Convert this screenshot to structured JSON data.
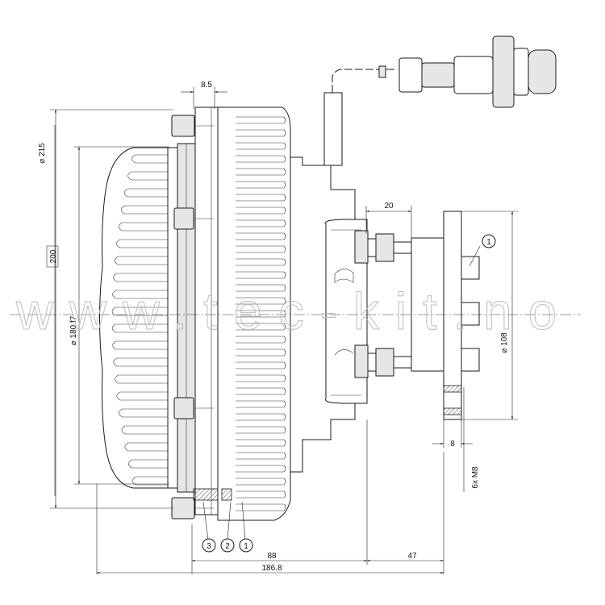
{
  "watermark": "www.tec-kit.no",
  "dimensions": {
    "d215": "⌀ 215",
    "d180": "⌀ 180 f7",
    "d200": "200",
    "d108": "⌀ 108",
    "w8_5": "8.5",
    "w20": "20",
    "w8": "8",
    "w88": "88",
    "w47": "47",
    "w186_8": "186.8",
    "thread": "6x M8"
  },
  "callouts": {
    "c1_top": "1",
    "c3": "3",
    "c2": "2",
    "c1_bottom": "1"
  }
}
